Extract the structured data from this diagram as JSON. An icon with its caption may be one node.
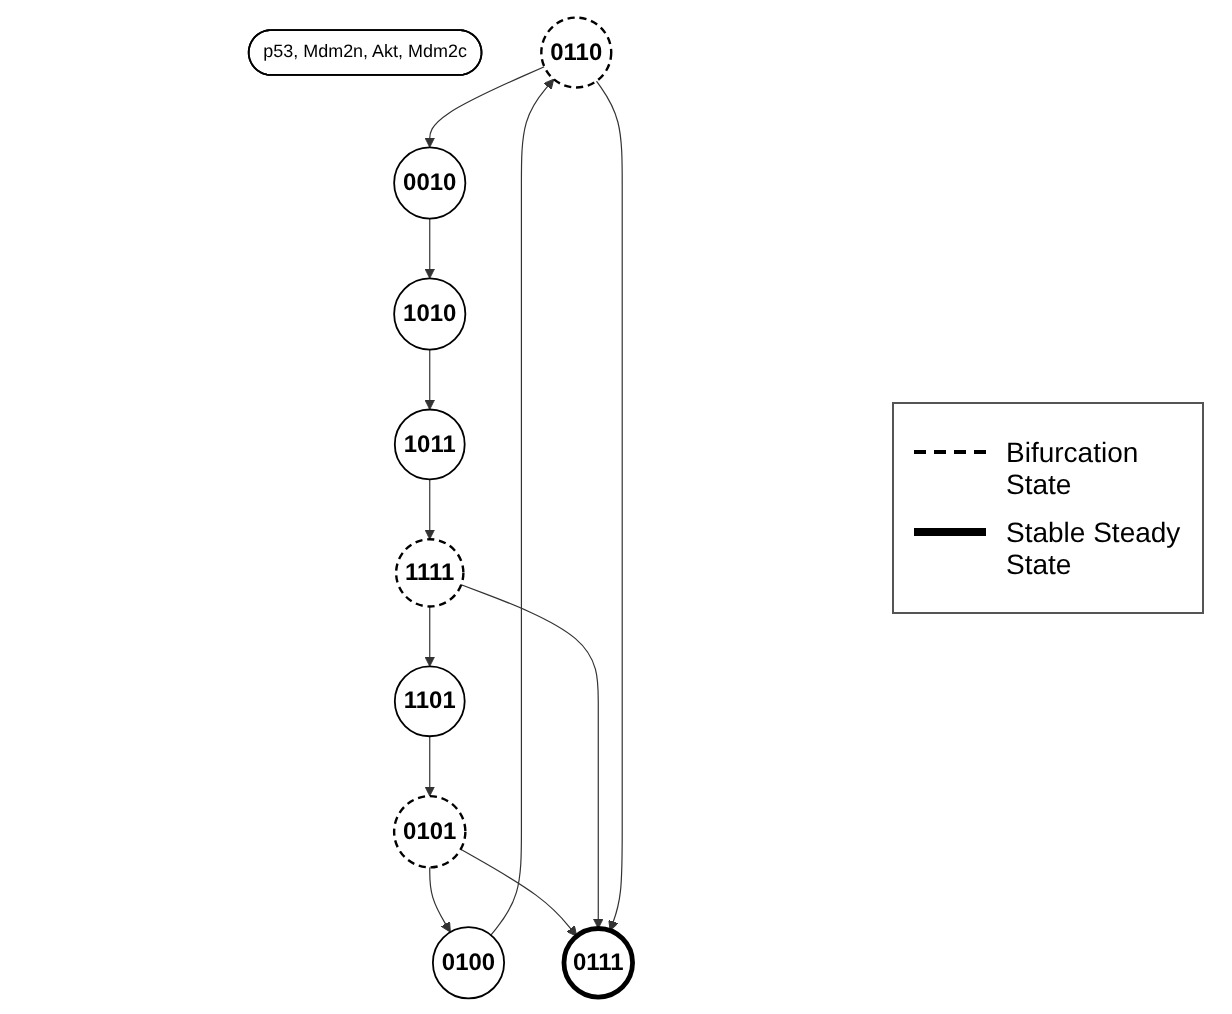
{
  "diagram": {
    "nodes": [
      {
        "text": [
          "p53, Mdm2n, Akt, Mdm2c"
        ]
      },
      {
        "text": [
          "0110"
        ]
      },
      {
        "text": [
          "0010"
        ]
      },
      {
        "text": [
          "1010"
        ]
      },
      {
        "text": [
          "0100"
        ]
      },
      {
        "text": [
          "1011"
        ]
      },
      {
        "text": [
          "0101"
        ]
      },
      {
        "text": [
          "1101"
        ]
      },
      {
        "text": [
          "1111"
        ]
      },
      {
        "text": [
          "0111"
        ]
      }
    ],
    "edges": [
      {
        "from": 1,
        "to": 2,
        "arrow": "to"
      },
      {
        "from": 2,
        "to": 3,
        "arrow": "to"
      },
      {
        "from": 3,
        "to": 5,
        "arrow": "to"
      },
      {
        "from": 5,
        "to": 8,
        "arrow": "to"
      },
      {
        "from": 8,
        "to": 7,
        "arrow": "to"
      },
      {
        "from": 7,
        "to": 6,
        "arrow": "to"
      },
      {
        "from": 6,
        "to": 4,
        "arrow": "to"
      },
      {
        "from": 4,
        "to": 1,
        "arrow": "to"
      },
      {
        "from": 6,
        "to": 9,
        "arrow": "to"
      },
      {
        "from": 8,
        "to": 9,
        "arrow": "to"
      },
      {
        "from": 1,
        "to": 9,
        "arrow": "to"
      }
    ],
    "legend": [
      {
        "text": "Bifurcation State"
      },
      {
        "text": "Stable Steady State"
      }
    ]
  }
}
